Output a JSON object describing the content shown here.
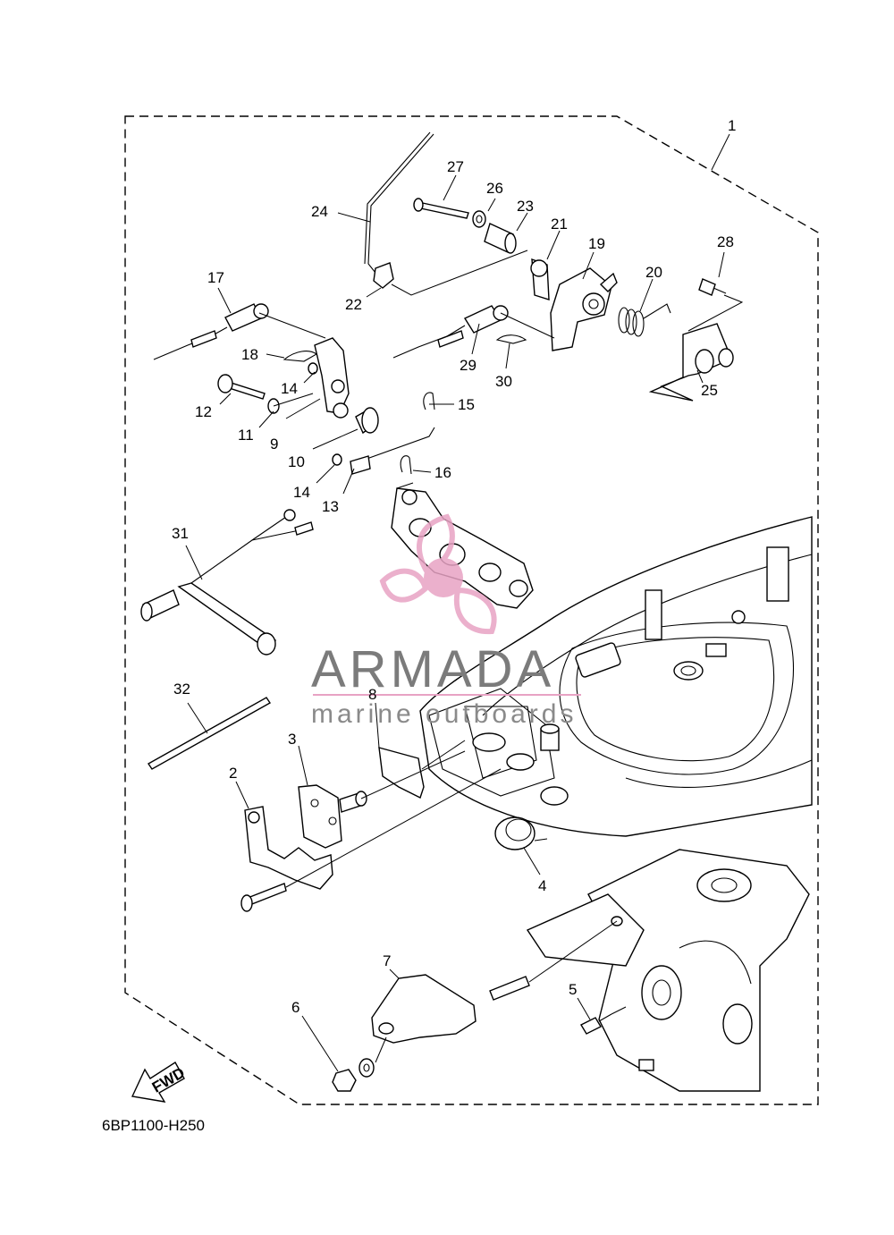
{
  "diagram": {
    "reference_code": "6BP1100-H250",
    "direction_label": "FWD",
    "watermark": {
      "brand": "ARMADA",
      "tagline": "marine outboards",
      "accent_color": "#e8a3c4"
    },
    "callouts": [
      {
        "id": "c1",
        "label": "1"
      },
      {
        "id": "c2",
        "label": "2"
      },
      {
        "id": "c3",
        "label": "3"
      },
      {
        "id": "c4",
        "label": "4"
      },
      {
        "id": "c5",
        "label": "5"
      },
      {
        "id": "c6",
        "label": "6"
      },
      {
        "id": "c7",
        "label": "7"
      },
      {
        "id": "c8",
        "label": "8"
      },
      {
        "id": "c9",
        "label": "9"
      },
      {
        "id": "c10",
        "label": "10"
      },
      {
        "id": "c11",
        "label": "11"
      },
      {
        "id": "c12",
        "label": "12"
      },
      {
        "id": "c13",
        "label": "13"
      },
      {
        "id": "c14a",
        "label": "14"
      },
      {
        "id": "c14b",
        "label": "14"
      },
      {
        "id": "c15",
        "label": "15"
      },
      {
        "id": "c16",
        "label": "16"
      },
      {
        "id": "c17",
        "label": "17"
      },
      {
        "id": "c18",
        "label": "18"
      },
      {
        "id": "c19",
        "label": "19"
      },
      {
        "id": "c20",
        "label": "20"
      },
      {
        "id": "c21",
        "label": "21"
      },
      {
        "id": "c22",
        "label": "22"
      },
      {
        "id": "c23",
        "label": "23"
      },
      {
        "id": "c24",
        "label": "24"
      },
      {
        "id": "c25",
        "label": "25"
      },
      {
        "id": "c26",
        "label": "26"
      },
      {
        "id": "c27",
        "label": "27"
      },
      {
        "id": "c28",
        "label": "28"
      },
      {
        "id": "c29",
        "label": "29"
      },
      {
        "id": "c30",
        "label": "30"
      },
      {
        "id": "c31",
        "label": "31"
      },
      {
        "id": "c32",
        "label": "32"
      }
    ]
  }
}
